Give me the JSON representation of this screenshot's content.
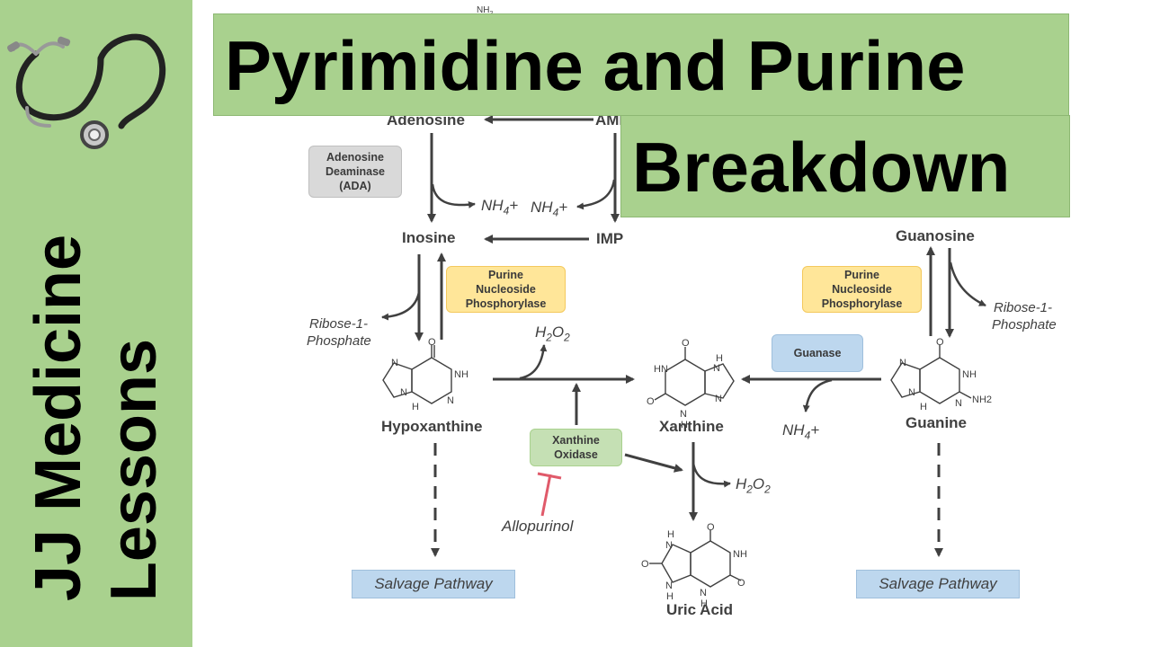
{
  "title": {
    "line1": "Pyrimidine and Purine",
    "line2": "Breakdown"
  },
  "sidebar": {
    "line1": "JJ Medicine",
    "line2": "Lessons"
  },
  "molecules": {
    "adenosine": "Adenosine",
    "amp": "AMP",
    "inosine": "Inosine",
    "imp": "IMP",
    "hypoxanthine": "Hypoxanthine",
    "xanthine": "Xanthine",
    "uric_acid": "Uric Acid",
    "guanosine": "Guanosine",
    "guanine": "Guanine"
  },
  "enzymes": {
    "ada": "Adenosine\nDeaminase\n(ADA)",
    "pnp_left": "Purine\nNucleoside\nPhosphorylase",
    "pnp_right": "Purine\nNucleoside\nPhosphorylase",
    "guanase": "Guanase",
    "xanthine_oxidase": "Xanthine\nOxidase"
  },
  "byproducts": {
    "nh4_1": "NH4+",
    "nh4_2": "NH4+",
    "nh4_3": "NH4+",
    "h2o2_1": "H2O2",
    "h2o2_2": "H2O2",
    "ribose_left_1": "Ribose-1-",
    "ribose_left_2": "Phosphate",
    "ribose_right_1": "Ribose-1-",
    "ribose_right_2": "Phosphate",
    "nh2_top": "NH2"
  },
  "inhibitor": "Allopurinol",
  "salvage": {
    "left": "Salvage Pathway",
    "right": "Salvage Pathway"
  },
  "structure_atoms": {
    "o": "O",
    "nh": "NH",
    "hn": "HN",
    "n": "N",
    "h": "H",
    "nh2": "NH2"
  },
  "colors": {
    "sidebar_green": "#a9d18e",
    "title_green": "#a9d18e",
    "ada_gray": "#d9d9d9",
    "pnp_yellow": "#ffe699",
    "guanase_blue": "#bdd7ee",
    "xo_green": "#c5e0b4",
    "salvage_blue": "#bdd7ee",
    "inhibitor_red": "#e05a6a",
    "arrow_gray": "#404040"
  }
}
